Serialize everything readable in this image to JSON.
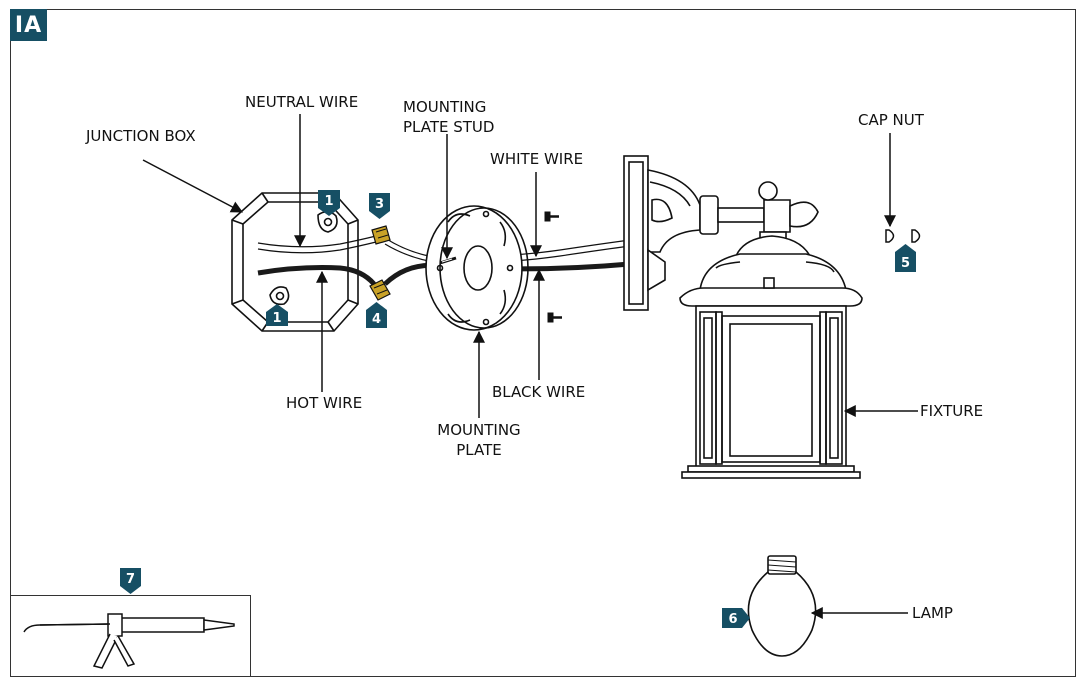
{
  "figure_tag": "IA",
  "labels": {
    "junction_box": "JUNCTION BOX",
    "neutral_wire": "NEUTRAL WIRE",
    "mounting_plate_stud": [
      "MOUNTING",
      "PLATE STUD"
    ],
    "white_wire": "WHITE WIRE",
    "cap_nut": "CAP NUT",
    "hot_wire": "HOT WIRE",
    "mounting_plate": [
      "MOUNTING",
      "PLATE"
    ],
    "black_wire": "BLACK WIRE",
    "fixture": "FIXTURE",
    "lamp": "LAMP"
  },
  "badges": {
    "screw_top": "1",
    "screw_bottom": "1",
    "wire_nut_white": "3",
    "wire_nut_black": "4",
    "cap_nuts": "5",
    "lamp": "6",
    "caulk": "7"
  },
  "colors": {
    "badge": "#164f64",
    "line": "#111111",
    "wire_black": "#1a1a1a",
    "wire_nut": "#c9a227"
  }
}
